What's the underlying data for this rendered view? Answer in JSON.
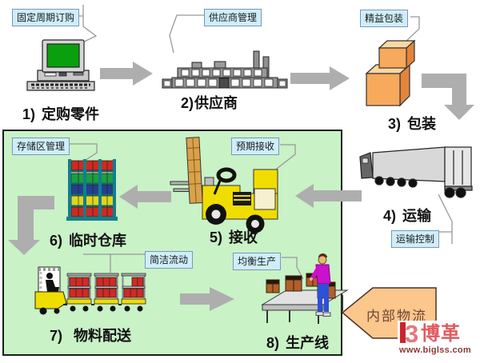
{
  "steps": [
    {
      "num": "1)",
      "label": "定购零件",
      "callout": "固定周期订购"
    },
    {
      "num": "2)",
      "label": "供应商",
      "callout": "供应商管理"
    },
    {
      "num": "3)",
      "label": "包装",
      "callout": "精益包装"
    },
    {
      "num": "4)",
      "label": "运输",
      "callout": "运输控制"
    },
    {
      "num": "5)",
      "label": "接收",
      "callout": "预期接收"
    },
    {
      "num": "6)",
      "label": "临时仓库",
      "callout": "存储区管理"
    },
    {
      "num": "7)",
      "label": "物料配送",
      "callout": "简洁流动"
    },
    {
      "num": "8)",
      "label": "生产线",
      "callout": "均衡生产"
    }
  ],
  "banner": {
    "label": "内部物流"
  },
  "logo": {
    "mark": "3",
    "name": "博革",
    "url": "www.biglss.com"
  },
  "icons": [
    "computer-icon",
    "factory-icon",
    "package-boxes-icon",
    "truck-icon",
    "forklift-icon",
    "storage-rack-icon",
    "tow-train-icon",
    "assembly-line-icon",
    "flow-arrow-icon"
  ],
  "colors": {
    "zone_bg": "#c9f2c6",
    "callout_bg": "#cfeef9",
    "callout_border": "#7b96bb",
    "arrow_gray": "#aeaeae",
    "banner_fill": "#fbc78d",
    "banner_text": "#6e4534",
    "logo_red": "#c9252b",
    "logo_pink": "#e25a60",
    "logo_url_color": "#8b3a36",
    "forklift_yellow": "#f0dd00",
    "box_orange": "#f7a95c",
    "screen_green": "#0aa00d"
  }
}
